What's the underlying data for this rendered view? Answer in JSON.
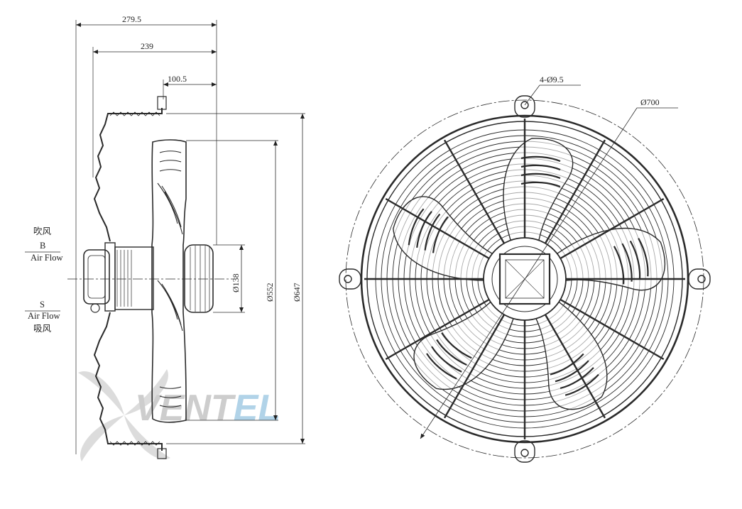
{
  "dimensions": {
    "overall_depth": "279.5",
    "guard_depth": "239",
    "hub_offset": "100.5",
    "hub_diameter": "Ø138",
    "impeller_diameter": "Ø552",
    "guard_diameter": "Ø647",
    "outer_diameter": "Ø700",
    "mount_holes": "4-Ø9.5"
  },
  "airflow": {
    "blow_cn": "吹风",
    "blow_code": "B",
    "blow_label": "Air Flow",
    "suck_code": "S",
    "suck_label": "Air Flow",
    "suck_cn": "吸风"
  },
  "watermark": {
    "brand_main": "VENT",
    "brand_tail": "EL",
    "color_main": "#c8c8c8",
    "color_tail": "#a9cfe6"
  },
  "colors": {
    "line": "#2a2a2a",
    "thin": "#555555"
  }
}
